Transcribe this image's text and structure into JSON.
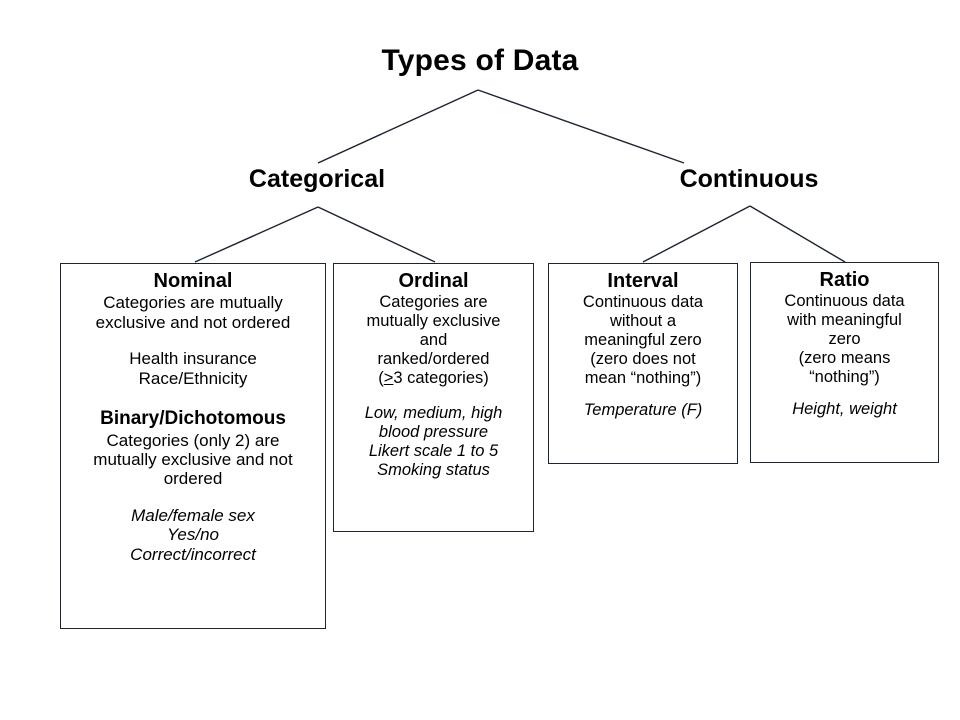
{
  "diagram": {
    "title": "Types of Data",
    "branches": [
      {
        "id": "categorical",
        "label": "Categorical"
      },
      {
        "id": "continuous",
        "label": "Continuous"
      }
    ],
    "leaves": [
      {
        "id": "nominal",
        "title": "Nominal",
        "description_lines": [
          "Categories are mutually",
          "exclusive and not ordered"
        ],
        "examples": [
          "Health insurance",
          "Race/Ethnicity"
        ],
        "examples_italic": false,
        "subtitle": "Binary/Dichotomous",
        "sub_description_lines": [
          "Categories (only 2) are",
          "mutually exclusive and not",
          "ordered"
        ],
        "sub_examples": [
          "Male/female sex",
          "Yes/no",
          "Correct/incorrect"
        ]
      },
      {
        "id": "ordinal",
        "title": "Ordinal",
        "description_lines": [
          "Categories are",
          "mutually exclusive",
          "and",
          "ranked/ordered"
        ],
        "description_last_prefix": "(",
        "description_last_symbol": ">",
        "description_last_suffix": "3 categories)",
        "examples": [
          "Low, medium, high",
          "blood pressure",
          "Likert scale 1 to 5",
          "Smoking status"
        ],
        "examples_italic": true
      },
      {
        "id": "interval",
        "title": "Interval",
        "description_lines": [
          "Continuous data",
          "without a",
          "meaningful zero",
          "(zero does not",
          "mean “nothing”)"
        ],
        "examples": [
          "Temperature (F)"
        ],
        "examples_italic": true
      },
      {
        "id": "ratio",
        "title": "Ratio",
        "description_lines": [
          "Continuous data",
          "with meaningful",
          "zero",
          "(zero means",
          "“nothing”)"
        ],
        "examples": [
          "Height, weight"
        ],
        "examples_italic": true
      }
    ],
    "colors": {
      "background": "#ffffff",
      "text": "#000000",
      "box_border": "#1b2431",
      "connector": "#1b2431"
    }
  }
}
